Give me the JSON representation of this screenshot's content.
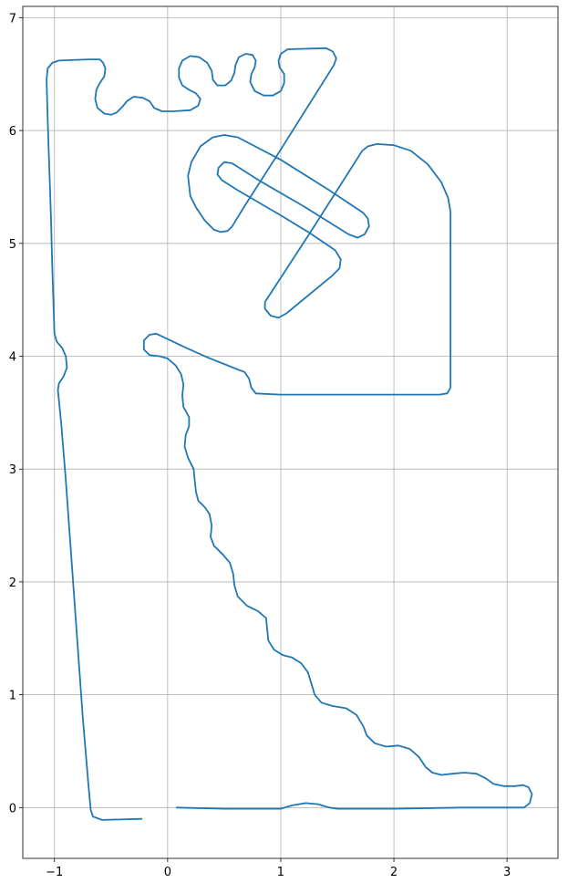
{
  "chart_data": {
    "type": "line",
    "title": "",
    "xlabel": "",
    "ylabel": "",
    "xlim": [
      -1.28,
      3.45
    ],
    "ylim": [
      -0.45,
      7.1
    ],
    "grid": true,
    "legend": "none",
    "xticks": [
      -1,
      0,
      1,
      2,
      3
    ],
    "yticks": [
      0,
      1,
      2,
      3,
      4,
      5,
      6,
      7
    ],
    "series": [
      {
        "color": "#1f77b4",
        "points": [
          [
            -0.23,
            -0.1
          ],
          [
            -0.58,
            -0.11
          ],
          [
            -0.66,
            -0.08
          ],
          [
            -0.68,
            -0.02
          ],
          [
            -0.7,
            0.2
          ],
          [
            -0.75,
            0.8
          ],
          [
            -0.8,
            1.5
          ],
          [
            -0.85,
            2.2
          ],
          [
            -0.9,
            2.9
          ],
          [
            -0.94,
            3.4
          ],
          [
            -0.97,
            3.7
          ],
          [
            -0.96,
            3.76
          ],
          [
            -0.92,
            3.82
          ],
          [
            -0.89,
            3.9
          ],
          [
            -0.9,
            4.0
          ],
          [
            -0.93,
            4.07
          ],
          [
            -0.98,
            4.13
          ],
          [
            -1.0,
            4.2
          ],
          [
            -1.01,
            4.5
          ],
          [
            -1.02,
            4.8
          ],
          [
            -1.03,
            5.2
          ],
          [
            -1.04,
            5.5
          ],
          [
            -1.05,
            5.8
          ],
          [
            -1.06,
            6.1
          ],
          [
            -1.07,
            6.45
          ],
          [
            -1.06,
            6.55
          ],
          [
            -1.02,
            6.6
          ],
          [
            -0.96,
            6.62
          ],
          [
            -0.7,
            6.63
          ],
          [
            -0.6,
            6.63
          ],
          [
            -0.57,
            6.6
          ],
          [
            -0.55,
            6.55
          ],
          [
            -0.56,
            6.48
          ],
          [
            -0.6,
            6.42
          ],
          [
            -0.63,
            6.36
          ],
          [
            -0.64,
            6.28
          ],
          [
            -0.62,
            6.2
          ],
          [
            -0.56,
            6.15
          ],
          [
            -0.5,
            6.14
          ],
          [
            -0.45,
            6.16
          ],
          [
            -0.4,
            6.21
          ],
          [
            -0.36,
            6.26
          ],
          [
            -0.3,
            6.3
          ],
          [
            -0.22,
            6.29
          ],
          [
            -0.16,
            6.26
          ],
          [
            -0.12,
            6.2
          ],
          [
            -0.05,
            6.17
          ],
          [
            0.05,
            6.17
          ],
          [
            0.2,
            6.18
          ],
          [
            0.27,
            6.22
          ],
          [
            0.29,
            6.28
          ],
          [
            0.25,
            6.33
          ],
          [
            0.19,
            6.36
          ],
          [
            0.13,
            6.4
          ],
          [
            0.1,
            6.47
          ],
          [
            0.1,
            6.55
          ],
          [
            0.13,
            6.62
          ],
          [
            0.2,
            6.66
          ],
          [
            0.28,
            6.65
          ],
          [
            0.35,
            6.6
          ],
          [
            0.39,
            6.53
          ],
          [
            0.4,
            6.45
          ],
          [
            0.44,
            6.4
          ],
          [
            0.51,
            6.4
          ],
          [
            0.56,
            6.44
          ],
          [
            0.59,
            6.51
          ],
          [
            0.6,
            6.58
          ],
          [
            0.63,
            6.65
          ],
          [
            0.69,
            6.68
          ],
          [
            0.75,
            6.67
          ],
          [
            0.78,
            6.62
          ],
          [
            0.77,
            6.56
          ],
          [
            0.74,
            6.5
          ],
          [
            0.73,
            6.43
          ],
          [
            0.77,
            6.35
          ],
          [
            0.85,
            6.31
          ],
          [
            0.93,
            6.31
          ],
          [
            1.0,
            6.35
          ],
          [
            1.03,
            6.42
          ],
          [
            1.03,
            6.5
          ],
          [
            0.99,
            6.56
          ],
          [
            0.98,
            6.62
          ],
          [
            1.0,
            6.68
          ],
          [
            1.06,
            6.72
          ],
          [
            1.4,
            6.73
          ],
          [
            1.46,
            6.7
          ],
          [
            1.49,
            6.64
          ],
          [
            1.47,
            6.58
          ],
          [
            0.98,
            5.8
          ],
          [
            0.68,
            5.33
          ],
          [
            0.57,
            5.15
          ],
          [
            0.53,
            5.11
          ],
          [
            0.47,
            5.1
          ],
          [
            0.41,
            5.12
          ],
          [
            0.33,
            5.2
          ],
          [
            0.25,
            5.32
          ],
          [
            0.2,
            5.42
          ],
          [
            0.18,
            5.6
          ],
          [
            0.21,
            5.72
          ],
          [
            0.29,
            5.86
          ],
          [
            0.4,
            5.94
          ],
          [
            0.5,
            5.96
          ],
          [
            0.62,
            5.94
          ],
          [
            1.0,
            5.74
          ],
          [
            1.43,
            5.47
          ],
          [
            1.73,
            5.27
          ],
          [
            1.77,
            5.22
          ],
          [
            1.78,
            5.15
          ],
          [
            1.74,
            5.08
          ],
          [
            1.68,
            5.05
          ],
          [
            1.6,
            5.08
          ],
          [
            1.2,
            5.33
          ],
          [
            0.82,
            5.55
          ],
          [
            0.57,
            5.71
          ],
          [
            0.5,
            5.72
          ],
          [
            0.45,
            5.67
          ],
          [
            0.44,
            5.61
          ],
          [
            0.48,
            5.56
          ],
          [
            0.62,
            5.47
          ],
          [
            0.98,
            5.26
          ],
          [
            1.26,
            5.09
          ],
          [
            1.48,
            4.94
          ],
          [
            1.53,
            4.86
          ],
          [
            1.52,
            4.78
          ],
          [
            1.45,
            4.71
          ],
          [
            1.05,
            4.38
          ],
          [
            0.98,
            4.34
          ],
          [
            0.91,
            4.36
          ],
          [
            0.86,
            4.42
          ],
          [
            0.86,
            4.48
          ],
          [
            1.25,
            5.08
          ],
          [
            1.72,
            5.82
          ],
          [
            1.77,
            5.86
          ],
          [
            1.85,
            5.88
          ],
          [
            2.0,
            5.87
          ],
          [
            2.15,
            5.82
          ],
          [
            2.3,
            5.7
          ],
          [
            2.42,
            5.54
          ],
          [
            2.48,
            5.4
          ],
          [
            2.5,
            5.28
          ],
          [
            2.5,
            4.5
          ],
          [
            2.5,
            3.72
          ],
          [
            2.47,
            3.67
          ],
          [
            2.4,
            3.66
          ],
          [
            1.8,
            3.66
          ],
          [
            1.0,
            3.66
          ],
          [
            0.78,
            3.67
          ],
          [
            0.74,
            3.72
          ],
          [
            0.72,
            3.8
          ],
          [
            0.68,
            3.86
          ],
          [
            0.6,
            3.89
          ],
          [
            0.35,
            3.99
          ],
          [
            0.15,
            4.08
          ],
          [
            -0.1,
            4.2
          ],
          [
            -0.16,
            4.19
          ],
          [
            -0.21,
            4.14
          ],
          [
            -0.21,
            4.06
          ],
          [
            -0.16,
            4.01
          ],
          [
            -0.07,
            4.0
          ],
          [
            0.0,
            3.98
          ],
          [
            0.07,
            3.92
          ],
          [
            0.12,
            3.84
          ],
          [
            0.14,
            3.75
          ],
          [
            0.13,
            3.65
          ],
          [
            0.14,
            3.55
          ],
          [
            0.19,
            3.46
          ],
          [
            0.19,
            3.38
          ],
          [
            0.16,
            3.3
          ],
          [
            0.15,
            3.2
          ],
          [
            0.18,
            3.1
          ],
          [
            0.23,
            3.0
          ],
          [
            0.24,
            2.9
          ],
          [
            0.25,
            2.8
          ],
          [
            0.27,
            2.72
          ],
          [
            0.33,
            2.66
          ],
          [
            0.37,
            2.6
          ],
          [
            0.39,
            2.5
          ],
          [
            0.38,
            2.4
          ],
          [
            0.41,
            2.32
          ],
          [
            0.49,
            2.24
          ],
          [
            0.55,
            2.17
          ],
          [
            0.58,
            2.07
          ],
          [
            0.59,
            1.97
          ],
          [
            0.62,
            1.87
          ],
          [
            0.7,
            1.79
          ],
          [
            0.8,
            1.74
          ],
          [
            0.87,
            1.68
          ],
          [
            0.88,
            1.58
          ],
          [
            0.89,
            1.48
          ],
          [
            0.94,
            1.4
          ],
          [
            1.02,
            1.35
          ],
          [
            1.1,
            1.33
          ],
          [
            1.18,
            1.28
          ],
          [
            1.24,
            1.2
          ],
          [
            1.27,
            1.1
          ],
          [
            1.3,
            1.0
          ],
          [
            1.36,
            0.93
          ],
          [
            1.46,
            0.9
          ],
          [
            1.58,
            0.88
          ],
          [
            1.67,
            0.82
          ],
          [
            1.73,
            0.72
          ],
          [
            1.76,
            0.64
          ],
          [
            1.83,
            0.57
          ],
          [
            1.93,
            0.54
          ],
          [
            2.04,
            0.55
          ],
          [
            2.14,
            0.52
          ],
          [
            2.22,
            0.45
          ],
          [
            2.28,
            0.36
          ],
          [
            2.34,
            0.31
          ],
          [
            2.42,
            0.29
          ],
          [
            2.52,
            0.3
          ],
          [
            2.62,
            0.31
          ],
          [
            2.73,
            0.3
          ],
          [
            2.81,
            0.26
          ],
          [
            2.88,
            0.21
          ],
          [
            2.97,
            0.19
          ],
          [
            3.07,
            0.19
          ],
          [
            3.14,
            0.2
          ],
          [
            3.19,
            0.18
          ],
          [
            3.22,
            0.12
          ],
          [
            3.2,
            0.04
          ],
          [
            3.15,
            0.0
          ],
          [
            2.6,
            0.0
          ],
          [
            2.0,
            -0.01
          ],
          [
            1.5,
            -0.01
          ],
          [
            1.43,
            0.0
          ],
          [
            1.33,
            0.03
          ],
          [
            1.22,
            0.04
          ],
          [
            1.1,
            0.02
          ],
          [
            1.0,
            -0.01
          ],
          [
            0.5,
            -0.01
          ],
          [
            0.08,
            0.0
          ]
        ]
      }
    ]
  }
}
